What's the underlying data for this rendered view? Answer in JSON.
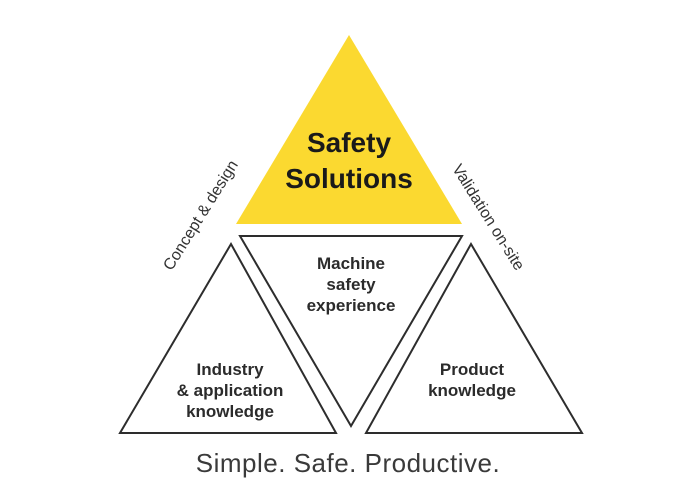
{
  "diagram": {
    "top_triangle": {
      "name": "Safety Solutions",
      "lines": [
        "Safety",
        "Solutions"
      ]
    },
    "middle_triangle": {
      "name": "Machine safety experience",
      "lines": [
        "Machine",
        "safety",
        "experience"
      ]
    },
    "left_triangle": {
      "name": "Industry & application knowledge",
      "lines": [
        "Industry",
        "& application",
        "knowledge"
      ]
    },
    "right_triangle": {
      "name": "Product knowledge",
      "lines": [
        "Product",
        "knowledge"
      ]
    },
    "left_edge_label": "Concept & design",
    "right_edge_label": "Validation on-site",
    "colors": {
      "accent_yellow": "#FBD930",
      "outline": "#2D2D2D",
      "title_text": "#1A1A1A",
      "label_text": "#2B2B2B",
      "slogan_text": "#3A3A3A"
    }
  },
  "footer": {
    "slogan": "Simple. Safe. Productive."
  }
}
